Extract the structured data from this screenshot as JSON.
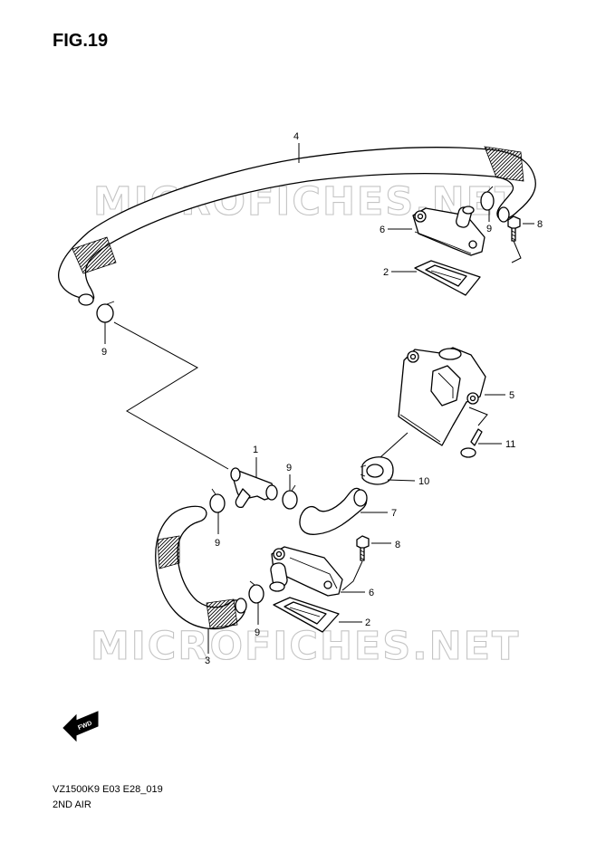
{
  "figure": {
    "title": "FIG.19"
  },
  "footer": {
    "model_code": "VZ1500K9 E03 E28_019",
    "section_name": "2ND AIR"
  },
  "watermark": {
    "text": "MICROFICHES.NET"
  },
  "arrow": {
    "label": "FWD"
  },
  "callouts": {
    "p1": "1",
    "p2a": "2",
    "p2b": "2",
    "p3": "3",
    "p4": "4",
    "p5": "5",
    "p6a": "6",
    "p6b": "6",
    "p7": "7",
    "p8a": "8",
    "p8b": "8",
    "p9a": "9",
    "p9b": "9",
    "p9c": "9",
    "p9d": "9",
    "p9e": "9",
    "p10": "10",
    "p11": "11"
  }
}
